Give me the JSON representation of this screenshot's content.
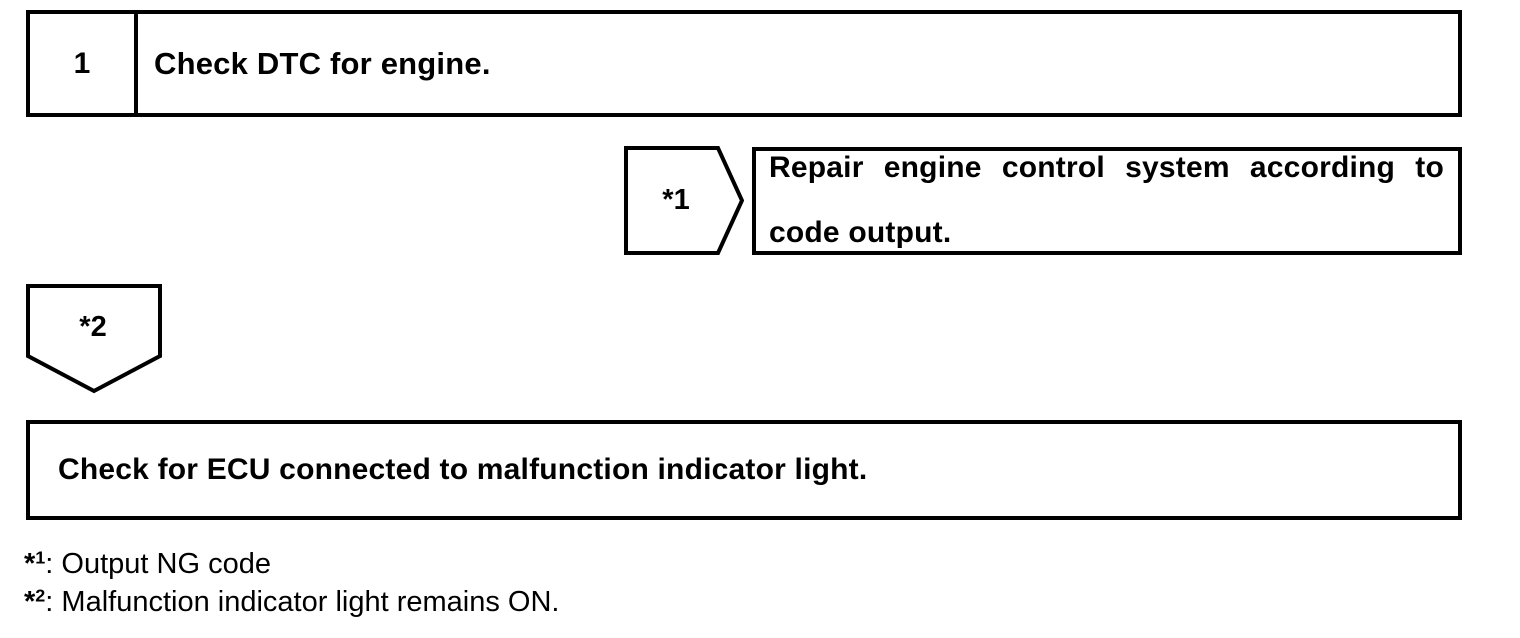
{
  "document": {
    "type": "troubleshooting-flowchart",
    "background_color": "#ffffff",
    "line_color": "#000000"
  },
  "step": {
    "number": "1",
    "title": "Check DTC for engine."
  },
  "branch": {
    "marker": "*1",
    "result_line_1": "Repair engine control system according to",
    "result_line_2": "code output."
  },
  "continuation": {
    "marker": "*2"
  },
  "next_step": {
    "title": "Check for ECU connected to malfunction indicator light."
  },
  "footnotes": [
    {
      "asterisk": "*",
      "index": "1",
      "separator": ": ",
      "text": "Output NG code"
    },
    {
      "asterisk": "*",
      "index": "2",
      "separator": ": ",
      "text": "Malfunction indicator light remains ON."
    }
  ]
}
